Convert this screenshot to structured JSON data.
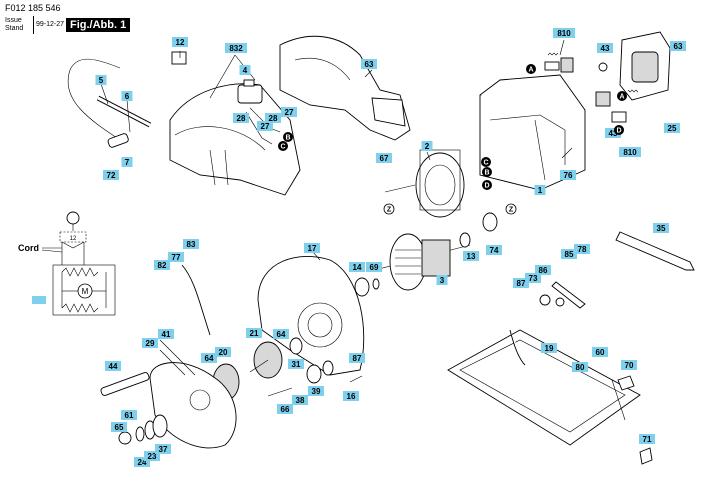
{
  "header": {
    "doc_number": "F012 185 546",
    "issue_label": "Issue",
    "stand_label": "Stand",
    "issue_date": "99-12-27",
    "figure_label": "Fig./Abb. 1"
  },
  "schematic": {
    "cord_label": "Cord",
    "terminal_label": "12",
    "motor_label": "M"
  },
  "callouts": [
    "12",
    "832",
    "63",
    "4",
    "27",
    "28",
    "5",
    "6",
    "7",
    "72",
    "2",
    "67",
    "1",
    "76",
    "810",
    "43",
    "43",
    "63",
    "25",
    "810",
    "35",
    "17",
    "14",
    "69",
    "3",
    "13",
    "74",
    "83",
    "77",
    "82",
    "27",
    "28",
    "21",
    "64",
    "20",
    "31",
    "39",
    "87",
    "38",
    "16",
    "66",
    "41",
    "29",
    "64",
    "44",
    "61",
    "65",
    "24",
    "23",
    "37",
    "86",
    "85",
    "78",
    "73",
    "87",
    "19",
    "80",
    "60",
    "70",
    "71"
  ],
  "circle_refs": [
    "A",
    "B",
    "C",
    "D",
    "Z"
  ],
  "colors": {
    "callout_fill": "#7fd0ec",
    "line": "#000000",
    "background": "#ffffff"
  }
}
